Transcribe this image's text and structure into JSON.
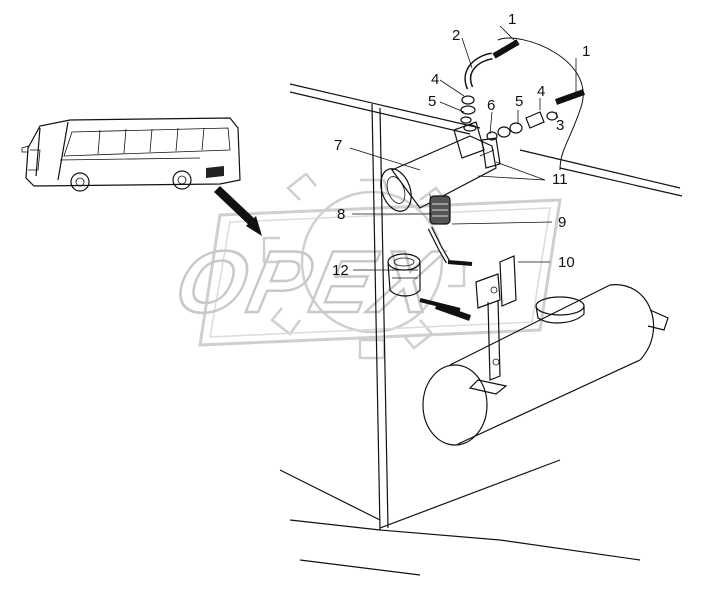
{
  "watermark": {
    "text": "OPEX"
  },
  "callouts": [
    {
      "id": "c1a",
      "text": "1"
    },
    {
      "id": "c1b",
      "text": "1"
    },
    {
      "id": "c2",
      "text": "2"
    },
    {
      "id": "c3",
      "text": "3"
    },
    {
      "id": "c4a",
      "text": "4"
    },
    {
      "id": "c4b",
      "text": "4"
    },
    {
      "id": "c5a",
      "text": "5"
    },
    {
      "id": "c5b",
      "text": "5"
    },
    {
      "id": "c6",
      "text": "6"
    },
    {
      "id": "c7",
      "text": "7"
    },
    {
      "id": "c8",
      "text": "8"
    },
    {
      "id": "c9",
      "text": "9"
    },
    {
      "id": "c10",
      "text": "10"
    },
    {
      "id": "c11",
      "text": "11"
    },
    {
      "id": "c12",
      "text": "12"
    }
  ]
}
